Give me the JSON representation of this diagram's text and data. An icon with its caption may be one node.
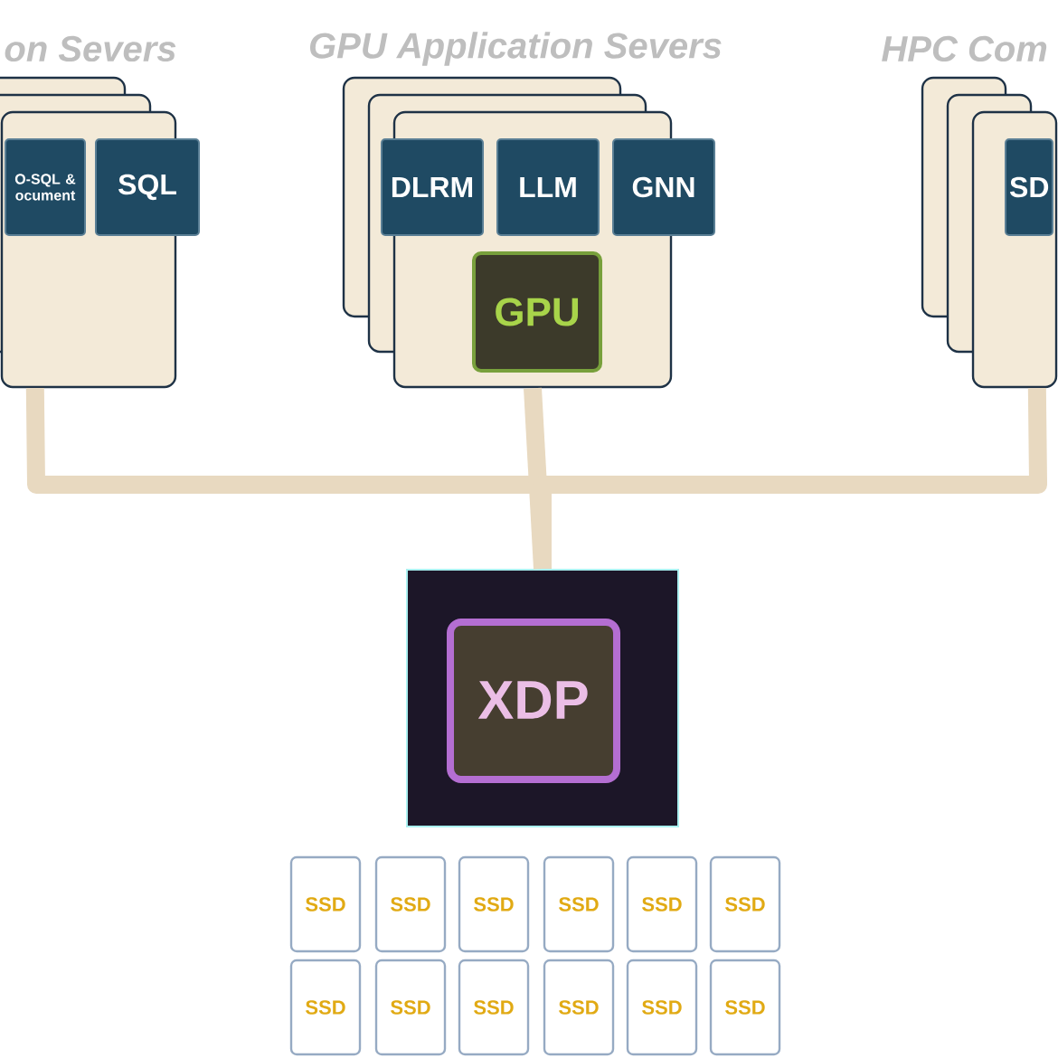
{
  "diagram": {
    "nodes": [
      {
        "text": [
          "on Severs"
        ]
      },
      {
        "text": [
          "O-SQL & ocument"
        ],
        "in": 0
      },
      {
        "text": [
          "SQL"
        ]
      },
      {
        "text": [
          "GPU Application Severs"
        ]
      },
      {
        "text": [
          "DLRM"
        ]
      },
      {
        "text": [
          "LLM"
        ],
        "in": 3
      },
      {
        "text": [
          "GNN"
        ]
      },
      {
        "text": [
          "GPU"
        ],
        "in": 3
      },
      {
        "text": [
          "HPC Com"
        ]
      },
      {
        "text": [
          "SD"
        ],
        "in": 8
      },
      {
        "text": [
          "XDP"
        ]
      },
      {
        "text": [
          "SSD"
        ]
      },
      {
        "text": [
          "SSD"
        ]
      },
      {
        "text": [
          "SSD"
        ]
      },
      {
        "text": [
          "SSD"
        ]
      },
      {
        "text": [
          "SSD"
        ]
      },
      {
        "text": [
          "SSD"
        ]
      },
      {
        "text": [
          "SSD"
        ]
      },
      {
        "text": [
          "SSD"
        ]
      },
      {
        "text": [
          "SSD"
        ]
      },
      {
        "text": [
          "SSD"
        ]
      },
      {
        "text": [
          "SSD"
        ]
      },
      {
        "text": [
          "SSD"
        ]
      }
    ],
    "edges": [
      {
        "from": 0,
        "to": 10,
        "arrow": "none"
      },
      {
        "from": 3,
        "to": 10,
        "arrow": "none"
      },
      {
        "from": 8,
        "to": 10,
        "arrow": "none"
      }
    ]
  }
}
